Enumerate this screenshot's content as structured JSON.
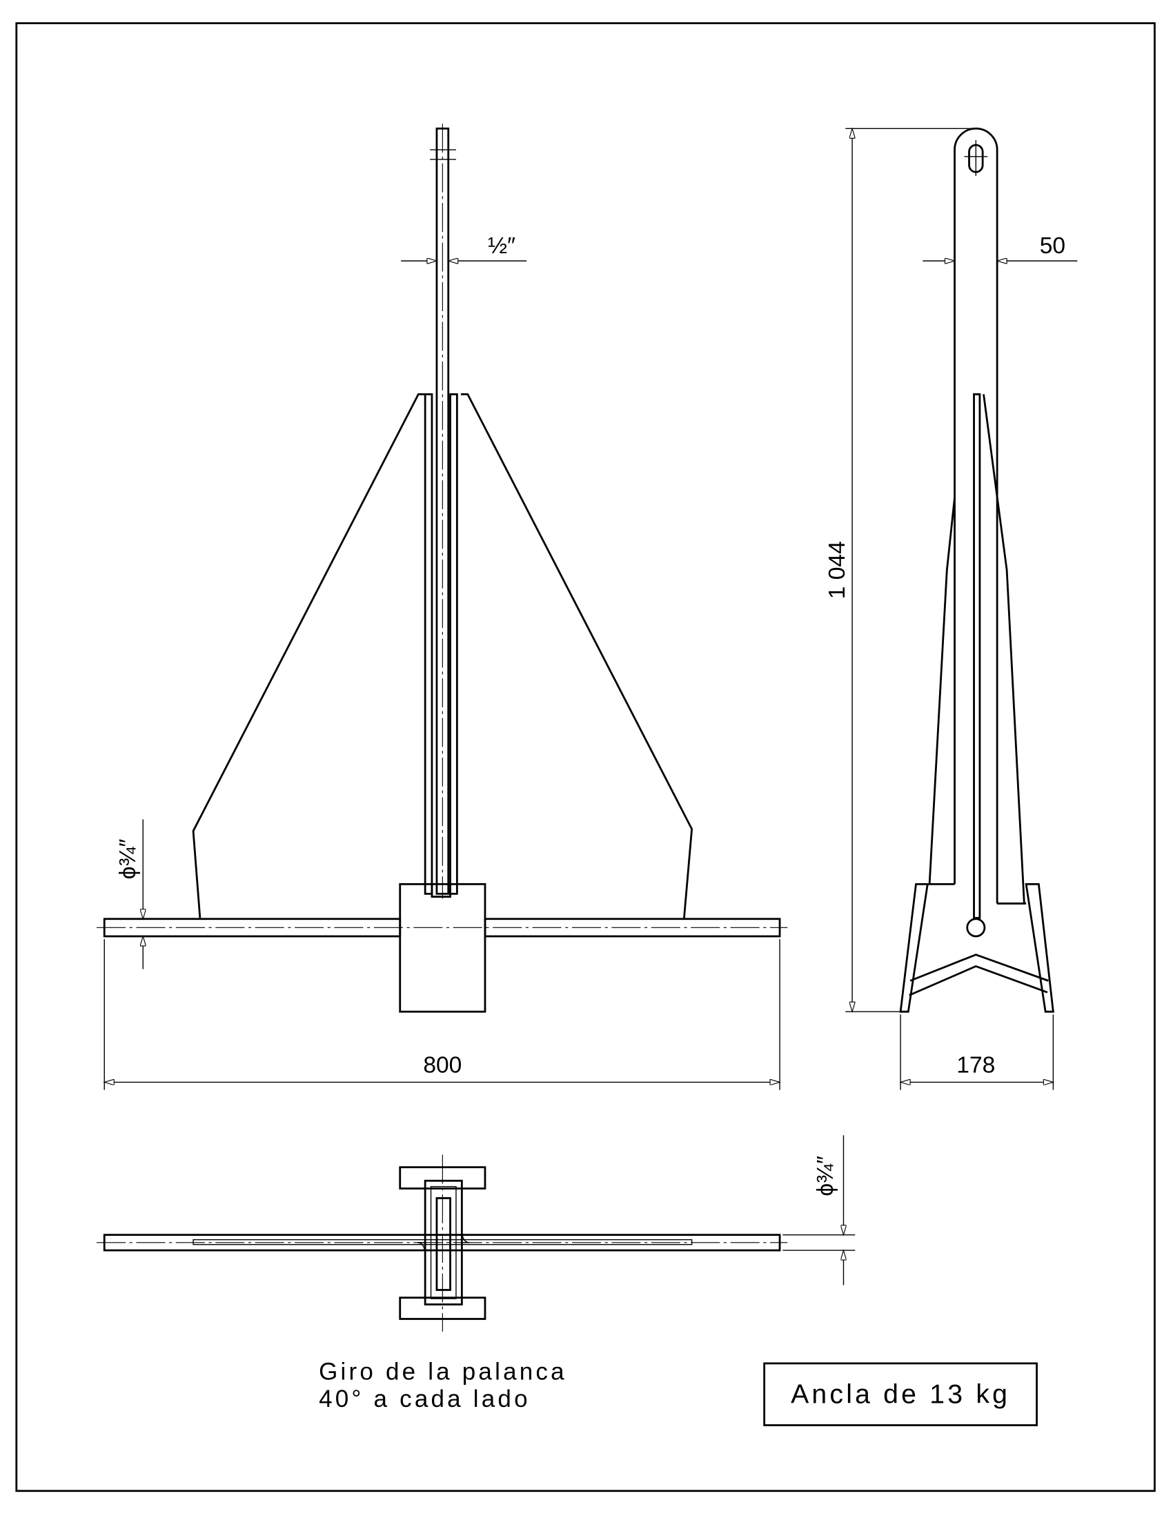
{
  "drawing": {
    "title": "Ancla de 13 kg",
    "note_line1": "Giro de la palanca",
    "note_line2": "40° a cada lado"
  },
  "front_view": {
    "shank_thickness_dim": "½″",
    "stock_diameter_dim": "ϕ¾″",
    "overall_width_dim": "800"
  },
  "side_view": {
    "shank_width_dim": "50",
    "overall_height_dim": "1 044",
    "base_width_dim": "178"
  },
  "top_view": {
    "stock_diameter_dim": "ϕ¾″"
  },
  "colors": {
    "line": "#000000",
    "paper": "#ffffff"
  }
}
